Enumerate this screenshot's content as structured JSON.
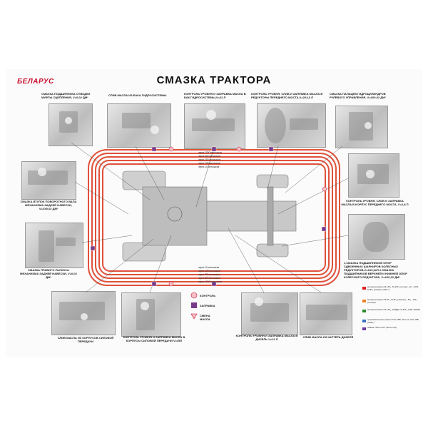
{
  "header": {
    "logo": "БЕЛАРУС",
    "title": "СМАЗКА ТРАКТОРА"
  },
  "labels": {
    "top1": "СМАЗКА ПОДШИПНИКА ОТВОДКИ МУФТЫ СЦЕПЛЕНИЯ, V=0,02 дм³",
    "top2": "СЛИВ МАСЛА ИЗ БАКА ГИДРОСИСТЕМЫ",
    "top3": "КОНТРОЛЬ УРОВНЯ И ЗАПРАВКА МАСЛА В БАК ГИДРОСИСТЕМЫ,V=22 л",
    "top4": "КОНТРОЛЬ УРОВНЯ, СЛИВ И ЗАПРАВКА МАСЛА В РЕДУКТОРЫ ПЕРЕДНЕГО МОСТА,V=2x4,3 л",
    "top5": "СМАЗКА ПАЛЬЦЕВ ГИДРОЦИЛИНДРОВ РУЛЕВОГО УПРАВЛЕНИЯ, V=4x0,02 дм³",
    "left1": "СМАЗКА ВТУЛОК ПОВОРОТНОГО ВАЛА МЕХАНИЗМА ЗАДНЕЙ НАВЕСКИ, V=2x0,02 дм³",
    "left2": "СМАЗКА ПРАВОГО РАСКОСА МЕХАНИЗМА ЗАДНЕЙ НАВЕСКИ, V=0,02 дм³",
    "right1": "КОНТРОЛЬ УРОВНЯ, СЛИВ И ЗАПРАВКА МАСЛА В КОРПУС ПЕРЕДНЕГО МОСТА, V=1,8 л",
    "right2": "1.СМАЗКА ПОДШИПНИКОВ ОПОР СДВОЕННЫХ ШАРНИРОВ КОЛЕСНЫХ РЕДУКТОРОВ,V=2x0,02л 2.СМАЗКА ПОДШИПНИКОВ ВЕРХНЕЙ И НИЖНЕЙ ОПОР КОЛЕСНОГО РЕДУКТОРА, V=4x0,02 дм³",
    "bottom1": "СЛИВ МАСЛА ИЗ КОРПУСОВ СИЛОВОЙ ПЕРЕДАЧИ",
    "bottom2": "КОНТРОЛЬ УРОВНЯ И ЗАПРАВКА МАСЛА В КОРПУСЫ СИЛОВОЙ ПЕРЕДАЧИ V=45Л",
    "bottom3": "КОНТРОЛЬ УРОВНЯ И ЗАПРАВКА МАСЛА В ДИЗЕЛЬ V=12 л",
    "bottom4": "СЛИВ МАСЛА ИЗ КАРТЕРА ДИЗЕЛЯ"
  },
  "routes_top": [
    "через 1000 моточасов",
    "через 500 моточасов",
    "через 250 моточасов",
    "через 125 моточасов",
    "через 10 моточасов"
  ],
  "routes_bottom": [
    "через 10 моточасов",
    "через 125 моточасов",
    "через 250 моточасов",
    "через 500 моточасов",
    "через 1000 моточасов"
  ],
  "legend": {
    "control": "КОНТРОЛЬ",
    "fill": "ЗАПРАВКА",
    "change": "СМЕНА МАСЛА"
  },
  "oil_legend": [
    {
      "text": "моторное масло М-10Г₂, М-10Г₂ (летом), -12, -14Г2, М-8Г₂ (зимнее), БАУ-4",
      "color": "#e02020"
    },
    {
      "text": "моторное масло М-8Г₂, М-8Г₂ (зимнее), -8Г₂, -10Г₂ (летнее)",
      "color": "#f08020"
    },
    {
      "text": "моторное масло М-10Г₂, М-8ДМ, Ф-10Г₂, ЕАЕ 10W30",
      "color": "#2a8a2a"
    },
    {
      "text": "трансмиссионное масло ТАп-15В, ТСп-10, ТАп-15В (зимн.)",
      "color": "#3a70c0"
    },
    {
      "text": "смазка \"Литол-24\" (Литол-24)",
      "color": "#6a3aa0"
    }
  ],
  "colors": {
    "route": "#e0503a",
    "brand": "#c8102e",
    "fill_marker": "#7a3a8a",
    "control_marker": "#f5c0c8"
  }
}
